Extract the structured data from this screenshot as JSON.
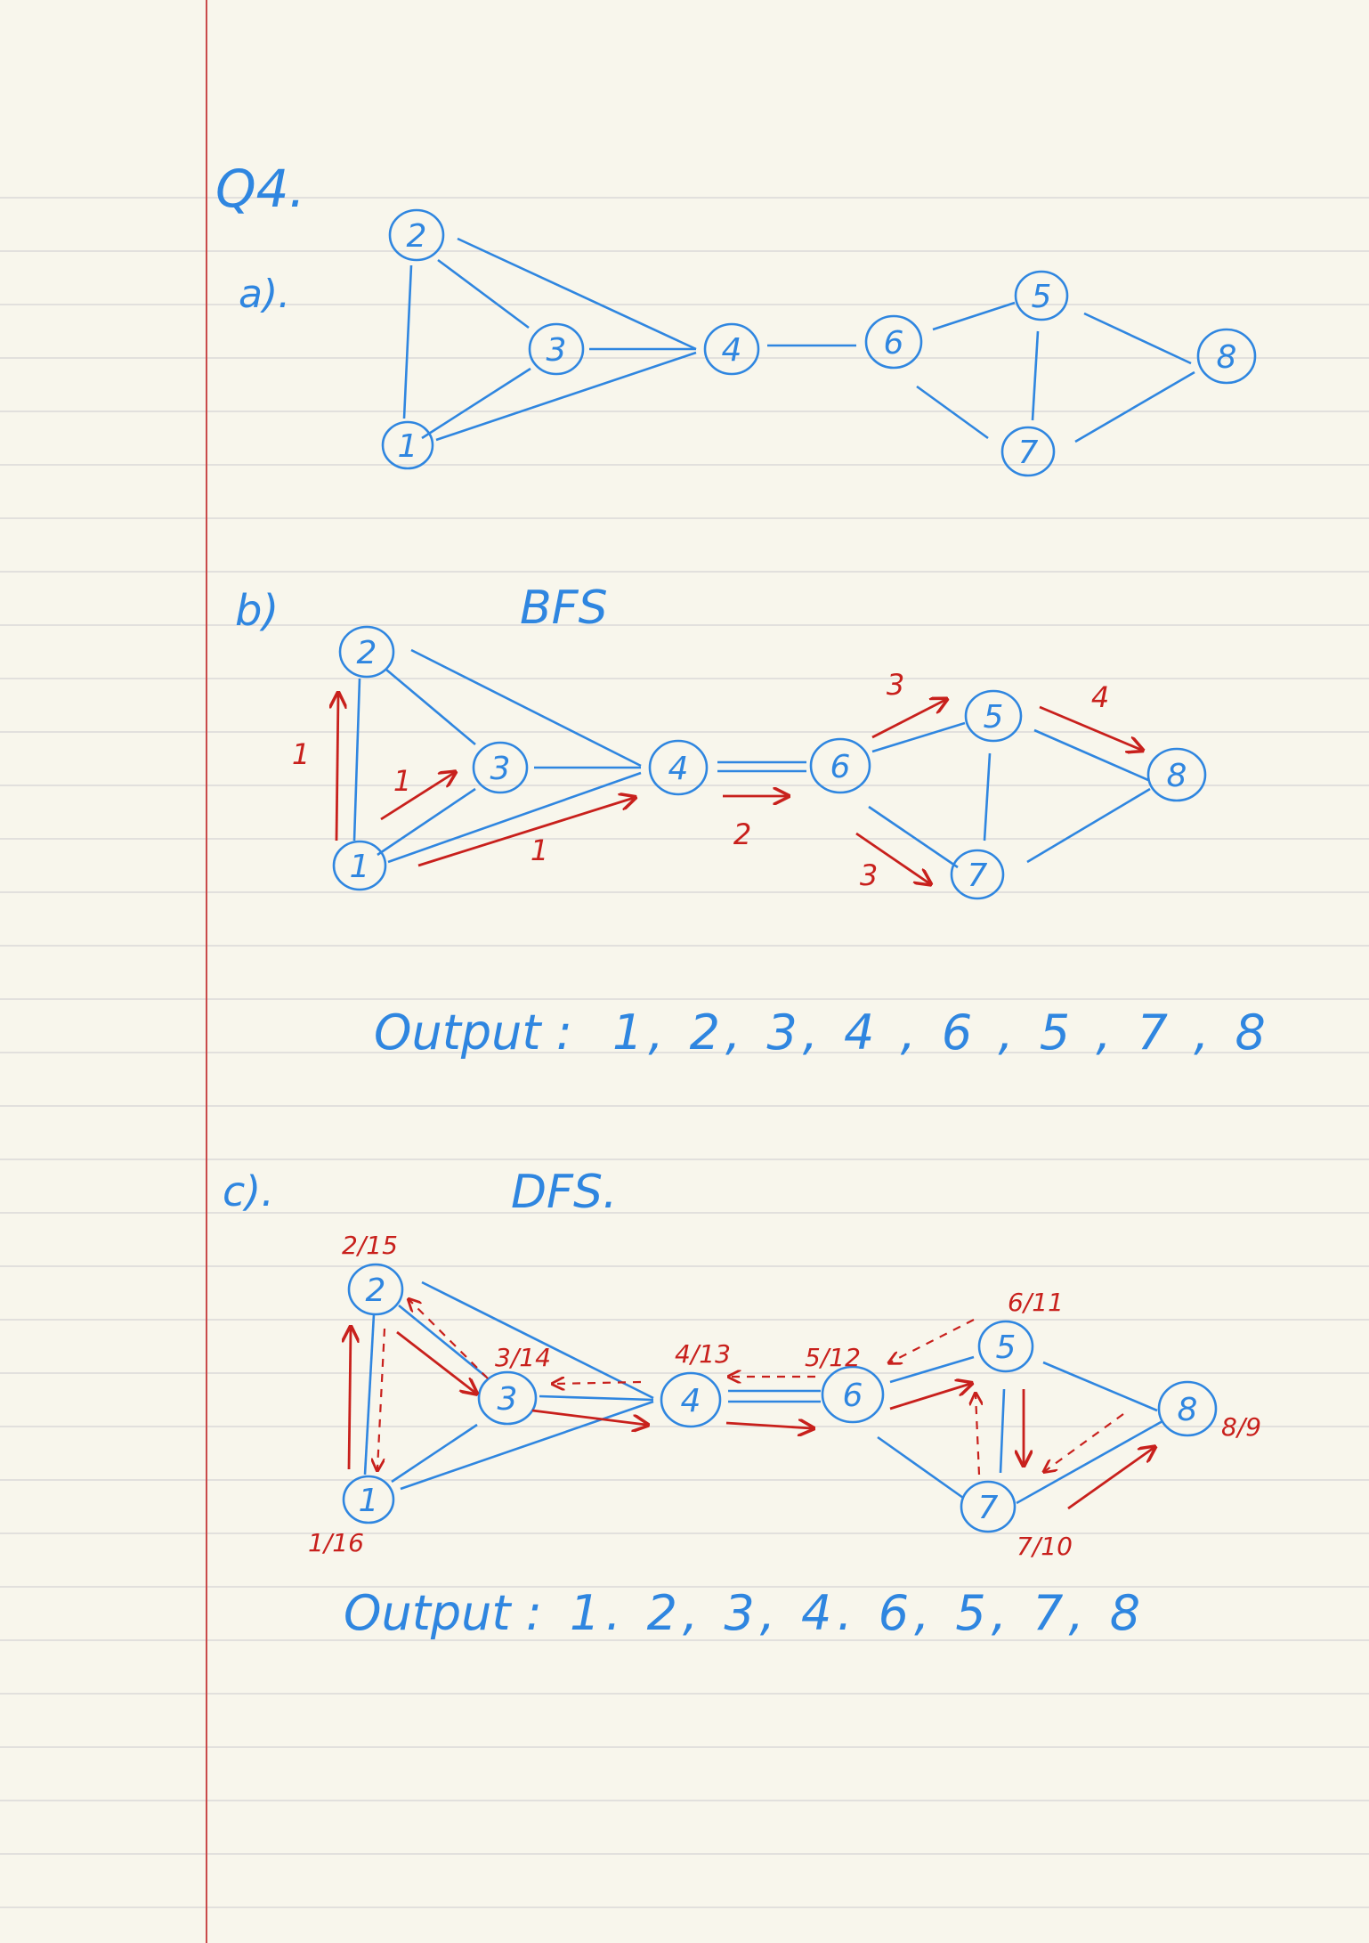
{
  "colors": {
    "paper": "#f8f6ec",
    "rule": "#d4d4d4",
    "margin": "#c94a4a",
    "ink_blue": "#2f86e0",
    "ink_red": "#c8201c"
  },
  "question": "Q4.",
  "part_a": {
    "label": "a).",
    "nodes": [
      "1",
      "2",
      "3",
      "4",
      "5",
      "6",
      "7",
      "8"
    ],
    "edges": [
      [
        "1",
        "2"
      ],
      [
        "1",
        "3"
      ],
      [
        "1",
        "4"
      ],
      [
        "2",
        "3"
      ],
      [
        "2",
        "4"
      ],
      [
        "3",
        "4"
      ],
      [
        "4",
        "6"
      ],
      [
        "6",
        "5"
      ],
      [
        "6",
        "7"
      ],
      [
        "5",
        "7"
      ],
      [
        "5",
        "8"
      ],
      [
        "7",
        "8"
      ]
    ]
  },
  "part_b": {
    "label": "b)",
    "title": "BFS",
    "arrow_labels": [
      "1",
      "1",
      "1",
      "2",
      "3",
      "3",
      "4"
    ],
    "output_label": "Output :",
    "output_value": "1, 2, 3, 4 , 6 , 5 , 7 , 8"
  },
  "part_c": {
    "label": "c).",
    "title": "DFS.",
    "times": {
      "n1": "1/16",
      "n2": "2/15",
      "n3": "3/14",
      "n4": "4/13",
      "n6": "5/12",
      "n5": "6/11",
      "n7": "7/10",
      "n8": "8/9"
    },
    "output_label": "Output :",
    "output_value": "1. 2, 3, 4. 6, 5, 7, 8"
  }
}
